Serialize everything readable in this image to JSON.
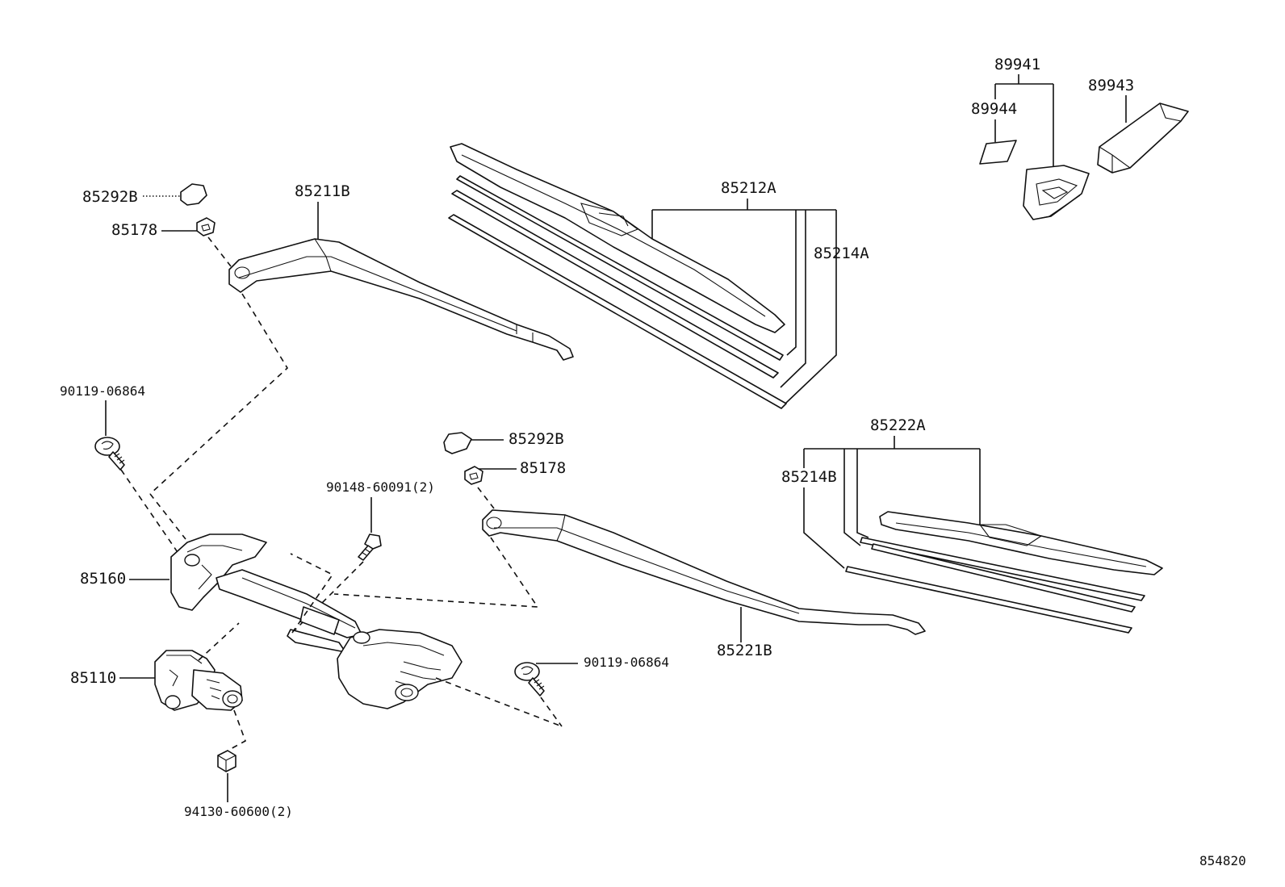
{
  "diagram": {
    "labels": {
      "p89941": "89941",
      "p89943": "89943",
      "p89944": "89944",
      "p85292B_top": "85292B",
      "p85178_top": "85178",
      "p85211B": "85211B",
      "p85212A": "85212A",
      "p85214A": "85214A",
      "p90119_left": "90119-06864",
      "p85292B_mid": "85292B",
      "p85178_mid": "85178",
      "p90148": "90148-60091(2)",
      "p85222A": "85222A",
      "p85214B": "85214B",
      "p85160": "85160",
      "p85110": "85110",
      "p90119_right": "90119-06864",
      "p85221B": "85221B",
      "p94130": "94130-60600(2)",
      "figure_number": "854820"
    }
  }
}
